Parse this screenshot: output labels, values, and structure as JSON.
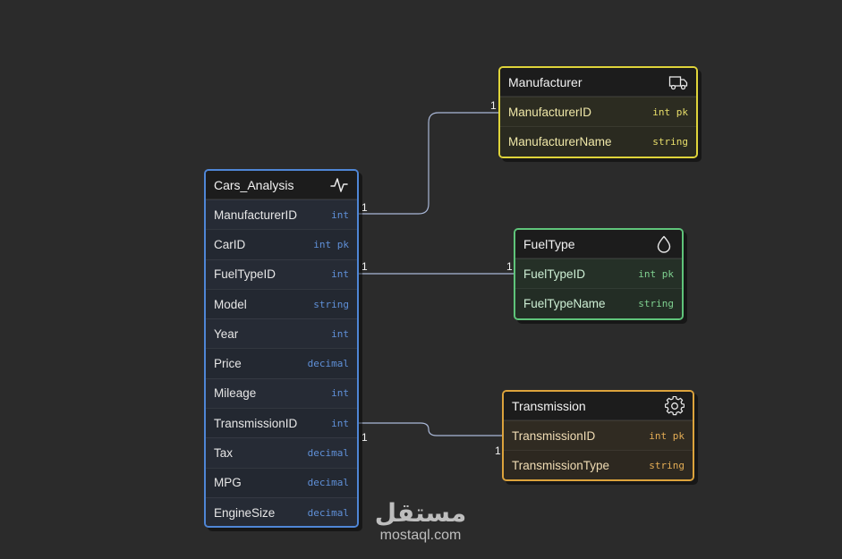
{
  "entities": {
    "cars": {
      "title": "Cars_Analysis",
      "icon": "activity-icon",
      "color": "#4f86d6",
      "fields": [
        {
          "name": "ManufacturerID",
          "type": "int"
        },
        {
          "name": "CarID",
          "type": "int pk"
        },
        {
          "name": "FuelTypeID",
          "type": "int"
        },
        {
          "name": "Model",
          "type": "string"
        },
        {
          "name": "Year",
          "type": "int"
        },
        {
          "name": "Price",
          "type": "decimal"
        },
        {
          "name": "Mileage",
          "type": "int"
        },
        {
          "name": "TransmissionID",
          "type": "int"
        },
        {
          "name": "Tax",
          "type": "decimal"
        },
        {
          "name": "MPG",
          "type": "decimal"
        },
        {
          "name": "EngineSize",
          "type": "decimal"
        }
      ]
    },
    "manufacturer": {
      "title": "Manufacturer",
      "icon": "truck-icon",
      "color": "#dfd43a",
      "fields": [
        {
          "name": "ManufacturerID",
          "type": "int pk"
        },
        {
          "name": "ManufacturerName",
          "type": "string"
        }
      ]
    },
    "fueltype": {
      "title": "FuelType",
      "icon": "droplet-icon",
      "color": "#5fc47a",
      "fields": [
        {
          "name": "FuelTypeID",
          "type": "int pk"
        },
        {
          "name": "FuelTypeName",
          "type": "string"
        }
      ]
    },
    "transmission": {
      "title": "Transmission",
      "icon": "gear-icon",
      "color": "#dca33c",
      "fields": [
        {
          "name": "TransmissionID",
          "type": "int pk"
        },
        {
          "name": "TransmissionType",
          "type": "string"
        }
      ]
    }
  },
  "relationships": [
    {
      "from": "Cars_Analysis.ManufacturerID",
      "to": "Manufacturer.ManufacturerID",
      "from_card": "1",
      "to_card": "1"
    },
    {
      "from": "Cars_Analysis.FuelTypeID",
      "to": "FuelType.FuelTypeID",
      "from_card": "1",
      "to_card": "1"
    },
    {
      "from": "Cars_Analysis.TransmissionID",
      "to": "Transmission.TransmissionID",
      "from_card": "1",
      "to_card": "1"
    }
  ],
  "watermark": {
    "arabic": "مستقل",
    "latin": "mostaql.com"
  }
}
